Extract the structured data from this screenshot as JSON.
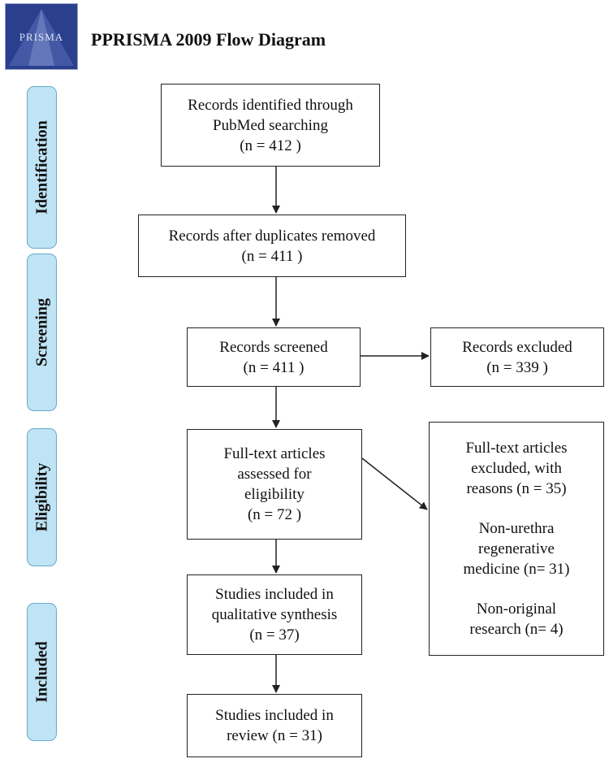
{
  "logo": {
    "text": "PRISMA"
  },
  "title": "PPRISMA 2009 Flow Diagram",
  "phases": {
    "identification": "Identification",
    "screening": "Screening",
    "eligibility": "Eligibility",
    "included": "Included"
  },
  "boxes": {
    "identified": {
      "line1": "Records identified through",
      "line2": "PubMed searching",
      "line3": "(n = 412  )"
    },
    "dedup": {
      "line1": "Records after duplicates removed",
      "line2": "(n =  411 )"
    },
    "screened": {
      "line1": "Records screened",
      "line2": "(n = 411 )"
    },
    "excluded": {
      "line1": "Records excluded",
      "line2": "(n = 339 )"
    },
    "fulltext": {
      "line1": "Full-text articles",
      "line2": "assessed for",
      "line3": "eligibility",
      "line4": "(n =  72 )"
    },
    "fulltext_excluded": {
      "line1": "Full-text articles",
      "line2": "excluded, with",
      "line3": "reasons (n = 35)",
      "line4": "Non-urethra",
      "line5": "regenerative",
      "line6": "medicine (n= 31)",
      "line7": "Non-original",
      "line8": "research (n= 4)"
    },
    "qualitative": {
      "line1": "Studies included in",
      "line2": "qualitative synthesis",
      "line3": "(n = 37)"
    },
    "review": {
      "line1": "Studies included in",
      "line2": "review (n = 31)"
    }
  }
}
